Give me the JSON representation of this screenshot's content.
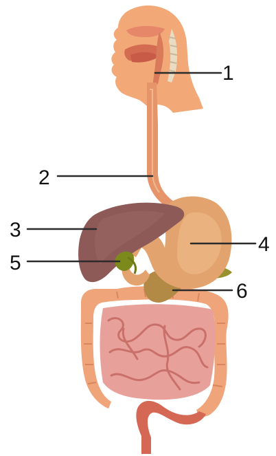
{
  "colors": {
    "head": "#f2a877",
    "head_shade": "#e08a58",
    "oral": "#d46c52",
    "esophagus": "#e6946a",
    "liver": "#8d5a58",
    "liver_light": "#a06a66",
    "stomach": "#e2a36f",
    "stomach_light": "#f0bf8a",
    "gallbladder": "#7c8a1c",
    "pancreas": "#b38a45",
    "large_intestine": "#efa47a",
    "small_intestine": "#e8a09a",
    "rectum": "#d56854",
    "leader": "#2b2b2b",
    "label_text": "#111111"
  },
  "labels": [
    "1",
    "2",
    "3",
    "4",
    "5",
    "6"
  ]
}
